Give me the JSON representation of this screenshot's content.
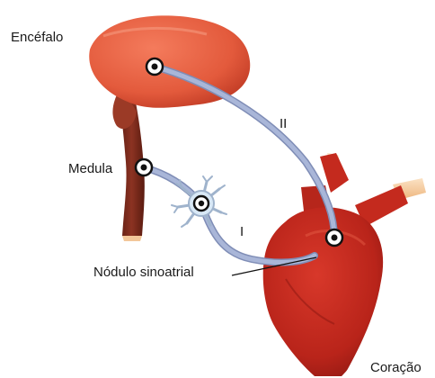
{
  "labels": {
    "brain": "Encéfalo",
    "spinal_cord": "Medula",
    "sa_node": "Nódulo sinoatrial",
    "heart": "Coração"
  },
  "pathways": {
    "pathway_one": "I",
    "pathway_two": "II"
  },
  "colors": {
    "brain": "#e35a3c",
    "brainstem": "#7a2a1c",
    "heart": "#c0281c",
    "nerve": "#9aa8cc",
    "neuron": "#cfe3f5",
    "vessel_stub": "#f3c79a"
  },
  "icons": [
    "electrode-marker-icon",
    "neuron-icon"
  ]
}
